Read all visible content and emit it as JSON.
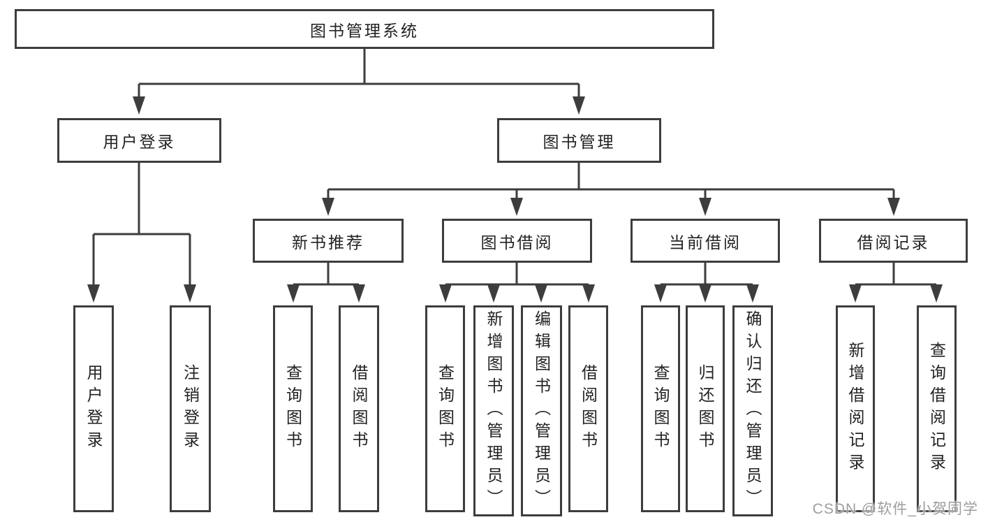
{
  "tree": {
    "label": "图书管理系统",
    "children": [
      {
        "label": "用户登录",
        "children": [
          {
            "label": "用户登录"
          },
          {
            "label": "注销登录"
          }
        ]
      },
      {
        "label": "图书管理",
        "children": [
          {
            "label": "新书推荐",
            "children": [
              {
                "label": "查询图书"
              },
              {
                "label": "借阅图书"
              }
            ]
          },
          {
            "label": "图书借阅",
            "children": [
              {
                "label": "查询图书"
              },
              {
                "label": "新增图书（管理员）"
              },
              {
                "label": "编辑图书（管理员）"
              },
              {
                "label": "借阅图书"
              }
            ]
          },
          {
            "label": "当前借阅",
            "children": [
              {
                "label": "查询图书"
              },
              {
                "label": "归还图书"
              },
              {
                "label": "确认归还（管理员）"
              }
            ]
          },
          {
            "label": "借阅记录",
            "children": [
              {
                "label": "新增借阅记录"
              },
              {
                "label": "查询借阅记录"
              }
            ]
          }
        ]
      }
    ]
  },
  "watermark": {
    "text": "CSDN @软件_小贺同学",
    "color": "#9e9e9e"
  },
  "colors": {
    "line": "#3d3d3d",
    "box_border": "#3d3d3d",
    "text": "#222222",
    "background": "#ffffff"
  }
}
